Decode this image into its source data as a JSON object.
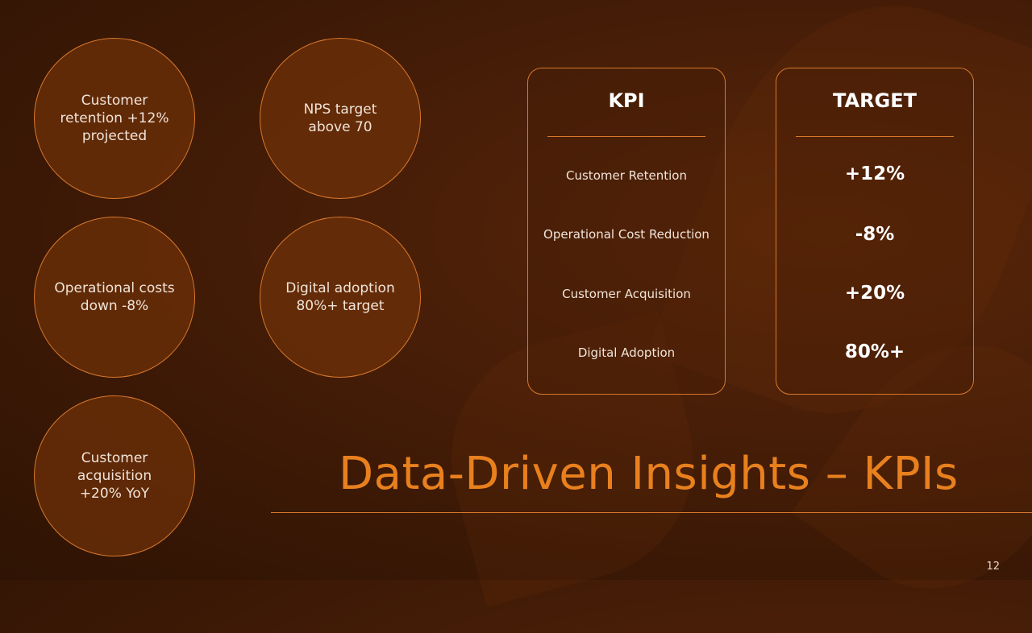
{
  "slide": {
    "title": "Data-Driven Insights – KPIs",
    "page_number": "12",
    "accent_color": "#e8801e"
  },
  "circles": [
    {
      "text": "Customer retention +12% projected"
    },
    {
      "text": "NPS target above 70"
    },
    {
      "text": "Operational costs down -8%"
    },
    {
      "text": "Digital adoption 80%+ target"
    },
    {
      "text": "Customer acquisition +20% YoY"
    }
  ],
  "kpi_table": {
    "kpi_header": "KPI",
    "target_header": "TARGET",
    "rows": [
      {
        "kpi": "Customer Retention",
        "target": "+12%"
      },
      {
        "kpi": "Operational Cost Reduction",
        "target": "-8%"
      },
      {
        "kpi": "Customer Acquisition",
        "target": "+20%"
      },
      {
        "kpi": "Digital Adoption",
        "target": "80%+"
      }
    ]
  }
}
